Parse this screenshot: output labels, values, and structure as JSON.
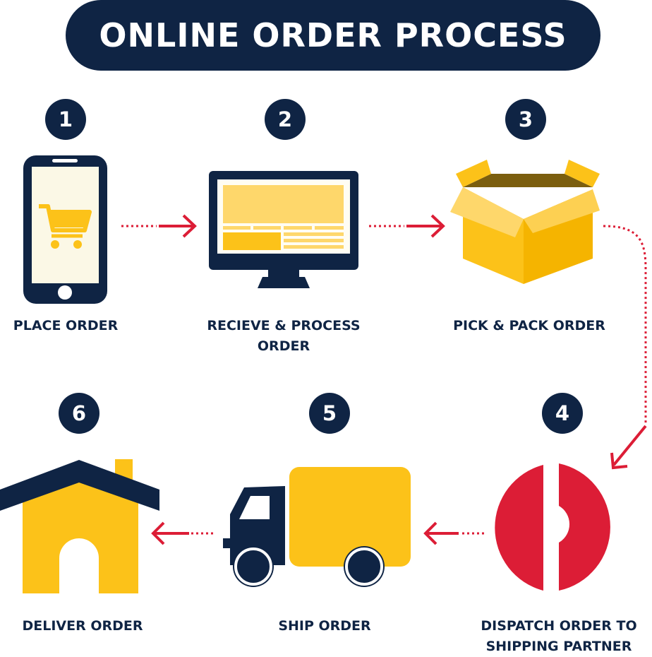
{
  "title": "ONLINE ORDER PROCESS",
  "colors": {
    "navy": "#0f2444",
    "yellow": "#fcc219",
    "red": "#dc1d36",
    "light_yellow": "#fed76b"
  },
  "steps": [
    {
      "number": "1",
      "label": "PLACE ORDER",
      "icon": "smartphone-cart-icon"
    },
    {
      "number": "2",
      "label": "RECIEVE & PROCESS",
      "label2": "ORDER",
      "icon": "monitor-icon"
    },
    {
      "number": "3",
      "label": "PICK & PACK ORDER",
      "icon": "open-box-icon"
    },
    {
      "number": "4",
      "label": "DISPATCH ORDER TO",
      "label2": "SHIPPING PARTNER",
      "icon": "post-logo-icon"
    },
    {
      "number": "5",
      "label": "SHIP ORDER",
      "icon": "truck-icon"
    },
    {
      "number": "6",
      "label": "DELIVER ORDER",
      "icon": "house-icon"
    }
  ]
}
